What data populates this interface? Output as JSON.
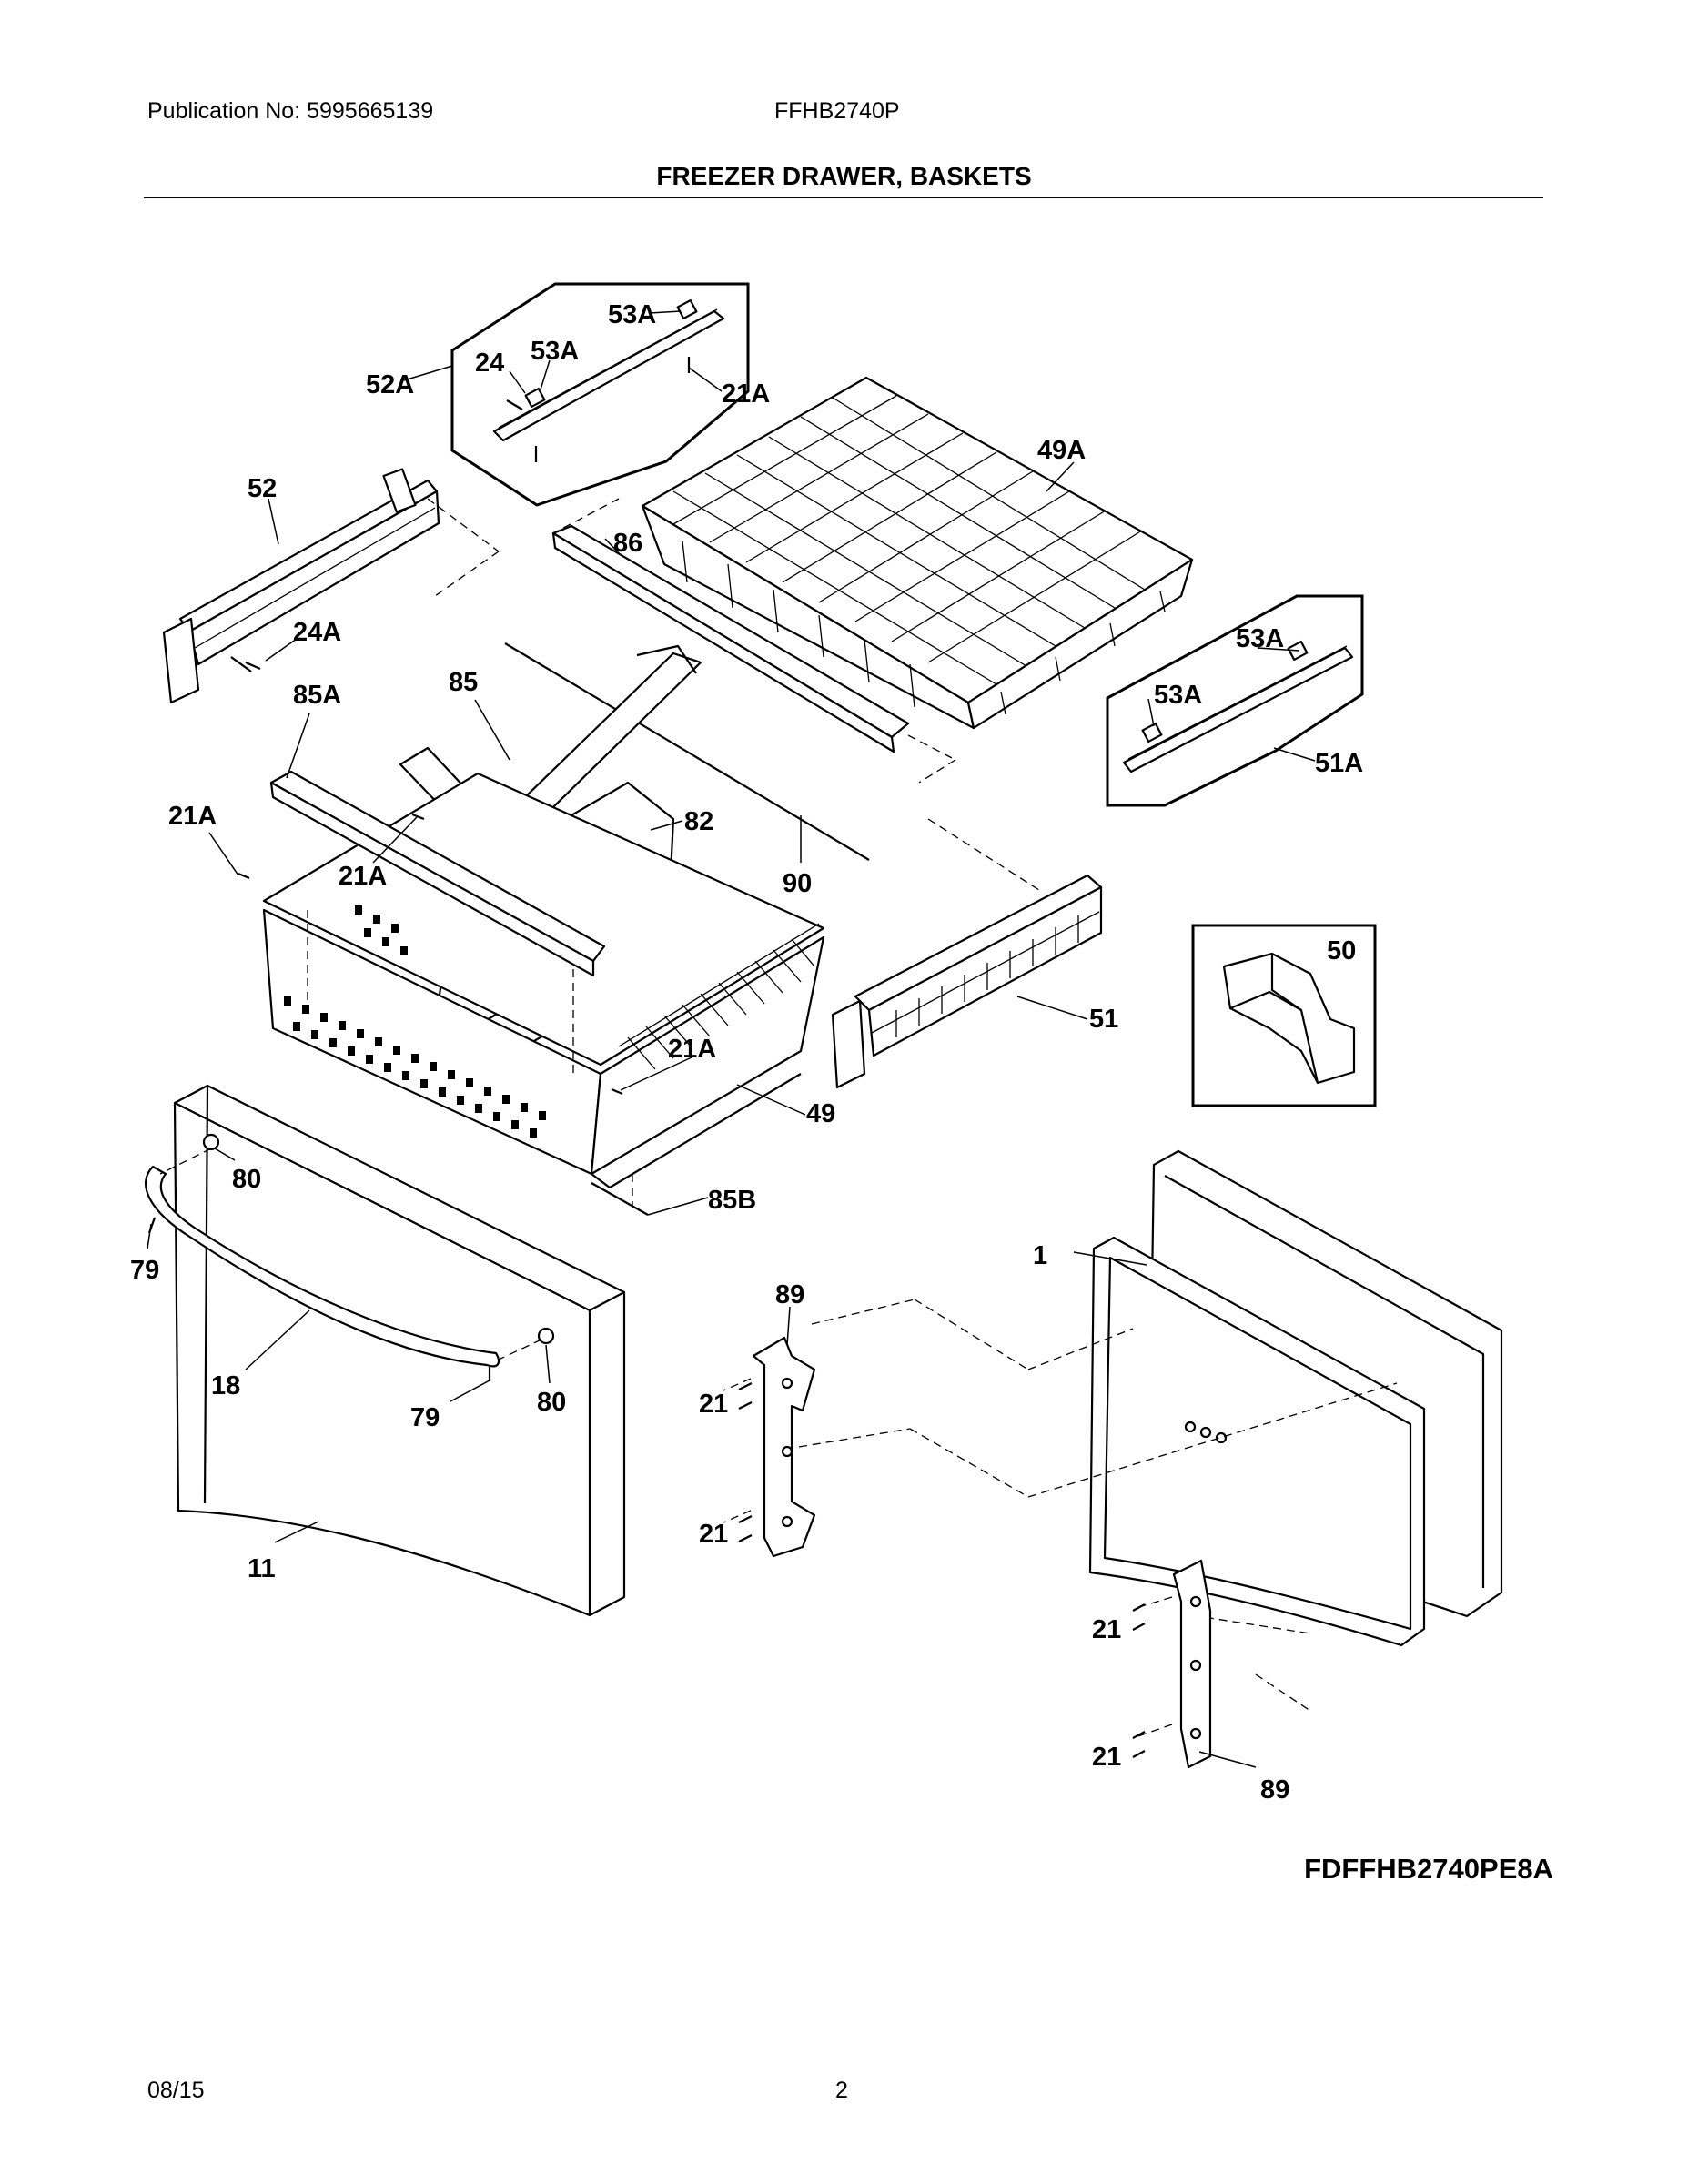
{
  "header": {
    "publication": "Publication No:  5995665139",
    "model": "FFHB2740P"
  },
  "title": "FREEZER DRAWER, BASKETS",
  "figure_code": "FDFFHB2740PE8A",
  "footer": {
    "date": "08/15",
    "page": "2"
  },
  "callouts": {
    "c53a_top": "53A",
    "c24": "24",
    "c53a_mid": "53A",
    "c52a": "52A",
    "c21a_top": "21A",
    "c49a": "49A",
    "c52": "52",
    "c86": "86",
    "c24a": "24A",
    "c53a_r1": "53A",
    "c53a_r2": "53A",
    "c85a": "85A",
    "c85": "85",
    "c51a": "51A",
    "c21a_left": "21A",
    "c82": "82",
    "c21a_mid": "21A",
    "c90": "90",
    "c50": "50",
    "c51": "51",
    "c21a_low": "21A",
    "c49": "49",
    "c80_top": "80",
    "c85b": "85B",
    "c79_left": "79",
    "c1": "1",
    "c89_top": "89",
    "c18": "18",
    "c79_mid": "79",
    "c80_low": "80",
    "c21_a": "21",
    "c21_b": "21",
    "c11": "11",
    "c21_c": "21",
    "c21_d": "21",
    "c89_low": "89"
  }
}
